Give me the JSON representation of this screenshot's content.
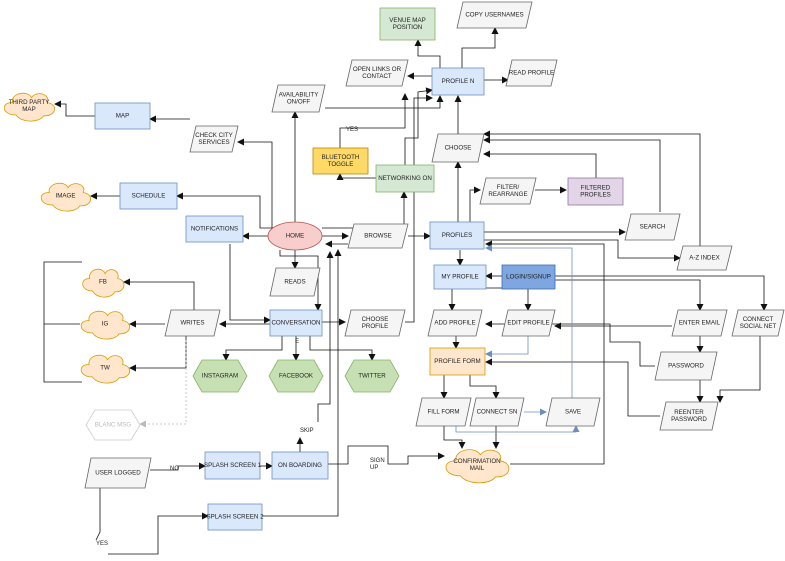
{
  "colors": {
    "blue": "#dae8fc",
    "blue_stroke": "#6c8ebf",
    "green": "#d5e8d4",
    "green_stroke": "#82b366",
    "yellow": "#ffe6cc",
    "yellow_stroke": "#d79b00",
    "gold": "#ffd966",
    "gold_stroke": "#b8860b",
    "purple": "#e1d5e7",
    "purple_stroke": "#9673a6",
    "grey": "#f5f5f5",
    "grey_stroke": "#666666",
    "dark_blue": "#7ea6e0",
    "dark_blue_stroke": "#3d6cb9",
    "pink": "#f8cecc",
    "pink_stroke": "#b85450",
    "hex_green": "#c6e0b4",
    "hex_stroke": "#82b366"
  },
  "nodes": {
    "home": "HOME",
    "map": "MAP",
    "third_party_map": "THIRD PARTY MAP",
    "schedule": "SCHEDULE",
    "image": "IMAGE",
    "notifications": "NOTIFICATIONS",
    "check_city_services": "CHECK CITY SERVICES",
    "availability": "AVAILABILITY ON/OFF",
    "bluetooth_toggle": "BLUETOOTH TOGGLE",
    "networking_on": "NETWORKING ON",
    "open_links": "OPEN LINKS OR CONTACT",
    "venue_map_position": "VENUE MAP POSITION",
    "copy_usernames": "COPY USERNAMES",
    "profile_n": "PROFILE N",
    "read_profile": "READ PROFILE",
    "choose": "CHOOSE",
    "filter_rearrange": "FILTER/ REARRANGE",
    "filtered_profiles": "FILTERED PROFILES",
    "search": "SEARCH",
    "browse": "BROWSE",
    "profiles": "PROFILES",
    "a_z_index": "A-Z INDEX",
    "my_profile": "MY PROFILE",
    "login_signup": "LOGIN/SIGNUP",
    "enter_email": "ENTER EMAIL",
    "connect_social_net": "CONNECT SOCIAL NET",
    "password": "PASSWORD",
    "reenter_password": "REENTER PASSWORD",
    "add_profile": "ADD PROFILE",
    "edit_profile": "EDIT PROFILE",
    "profile_form": "PROFILE FORM",
    "fill_form": "FILL FORM",
    "connect_sn": "CONNECT SN",
    "save": "SAVE",
    "confirmation_mail": "CONFIRMATION MAIL",
    "reads": "READS",
    "conversation": "CONVERSATION",
    "choose_profile": "CHOOSE PROFILE",
    "writes": "WRITES",
    "fb": "FB",
    "ig": "IG",
    "tw": "TW",
    "blanc_msg": "BLANC MSG",
    "instagram": "INSTAGRAM",
    "facebook": "FACEBOOK",
    "twitter": "TWITTER",
    "user_logged": "USER LOGGED",
    "splash_screen_1": "SPLASH SCREEN 1",
    "on_boarding": "ON BOARDING",
    "splash_screen_2": "SPLASH SCREEN 2"
  },
  "edge_labels": {
    "yes_bt": "YES",
    "no": "NO",
    "yes": "YES",
    "skip": "SKIP",
    "sign_up": "SIGN UP",
    "e": "E"
  }
}
